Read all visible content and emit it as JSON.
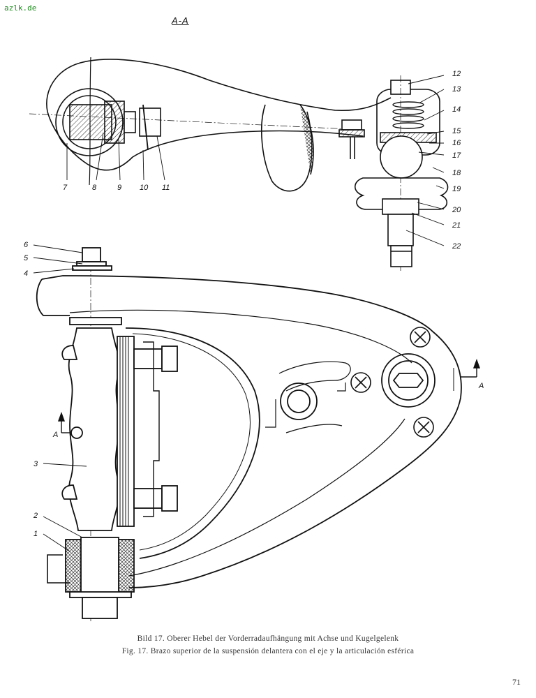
{
  "watermark": "azlk.de",
  "section_label": "A-A",
  "callouts": {
    "n1": "1",
    "n2": "2",
    "n3": "3",
    "n4": "4",
    "n5": "5",
    "n6": "6",
    "n7": "7",
    "n8": "8",
    "n9": "9",
    "n10": "10",
    "n11": "11",
    "n12": "12",
    "n13": "13",
    "n14": "14",
    "n15": "15",
    "n16": "16",
    "n17": "17",
    "n18": "18",
    "n19": "19",
    "n20": "20",
    "n21": "21",
    "n22": "22"
  },
  "section_marker": "A",
  "caption": {
    "german": "Bild 17. Oberer Hebel der Vorderradaufhängung mit Achse und Kugelgelenk",
    "spanish": "Fig. 17. Brazo superior de la suspensión delantera con el eje y la articulación esférica"
  },
  "page_number": "71"
}
